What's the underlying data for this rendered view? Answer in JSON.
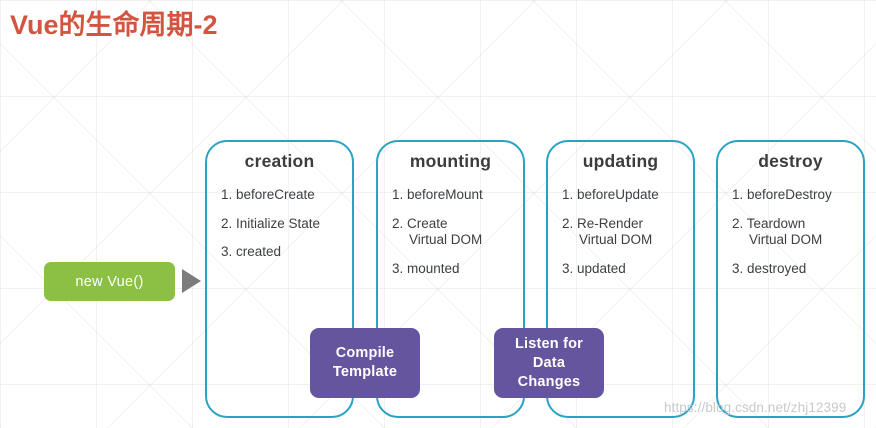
{
  "page": {
    "title": "Vue的生命周期-2",
    "title_color": "#d35540",
    "background_color": "#ffffff",
    "watermark": "https://blog.csdn.net/zhj12399"
  },
  "start_node": {
    "label": "new Vue()",
    "color": "#8cc045",
    "arrow_icon": "right-triangle-arrow",
    "arrow_color": "#7c7c7c"
  },
  "cards": [
    {
      "id": "creation",
      "title": "creation",
      "border_color": "#27a3c4",
      "items": [
        "1. beforeCreate",
        "2. Initialize State",
        "3. created"
      ]
    },
    {
      "id": "mounting",
      "title": "mounting",
      "border_color": "#27a3c4",
      "items": [
        "1. beforeMount",
        "2. Create\nVirtual DOM",
        "3. mounted"
      ]
    },
    {
      "id": "updating",
      "title": "updating",
      "border_color": "#27a3c4",
      "items": [
        "1. beforeUpdate",
        "2. Re-Render\nVirtual DOM",
        "3. updated"
      ]
    },
    {
      "id": "destroy",
      "title": "destroy",
      "border_color": "#27a3c4",
      "items": [
        "1. beforeDestroy",
        "2. Teardown\nVirtual DOM",
        "3. destroyed"
      ]
    }
  ],
  "process_boxes": [
    {
      "id": "compile-template",
      "label": "Compile\nTemplate",
      "color": "#65549e"
    },
    {
      "id": "listen-for-data-changes",
      "label": "Listen for\nData\nChanges",
      "color": "#65549e"
    }
  ]
}
